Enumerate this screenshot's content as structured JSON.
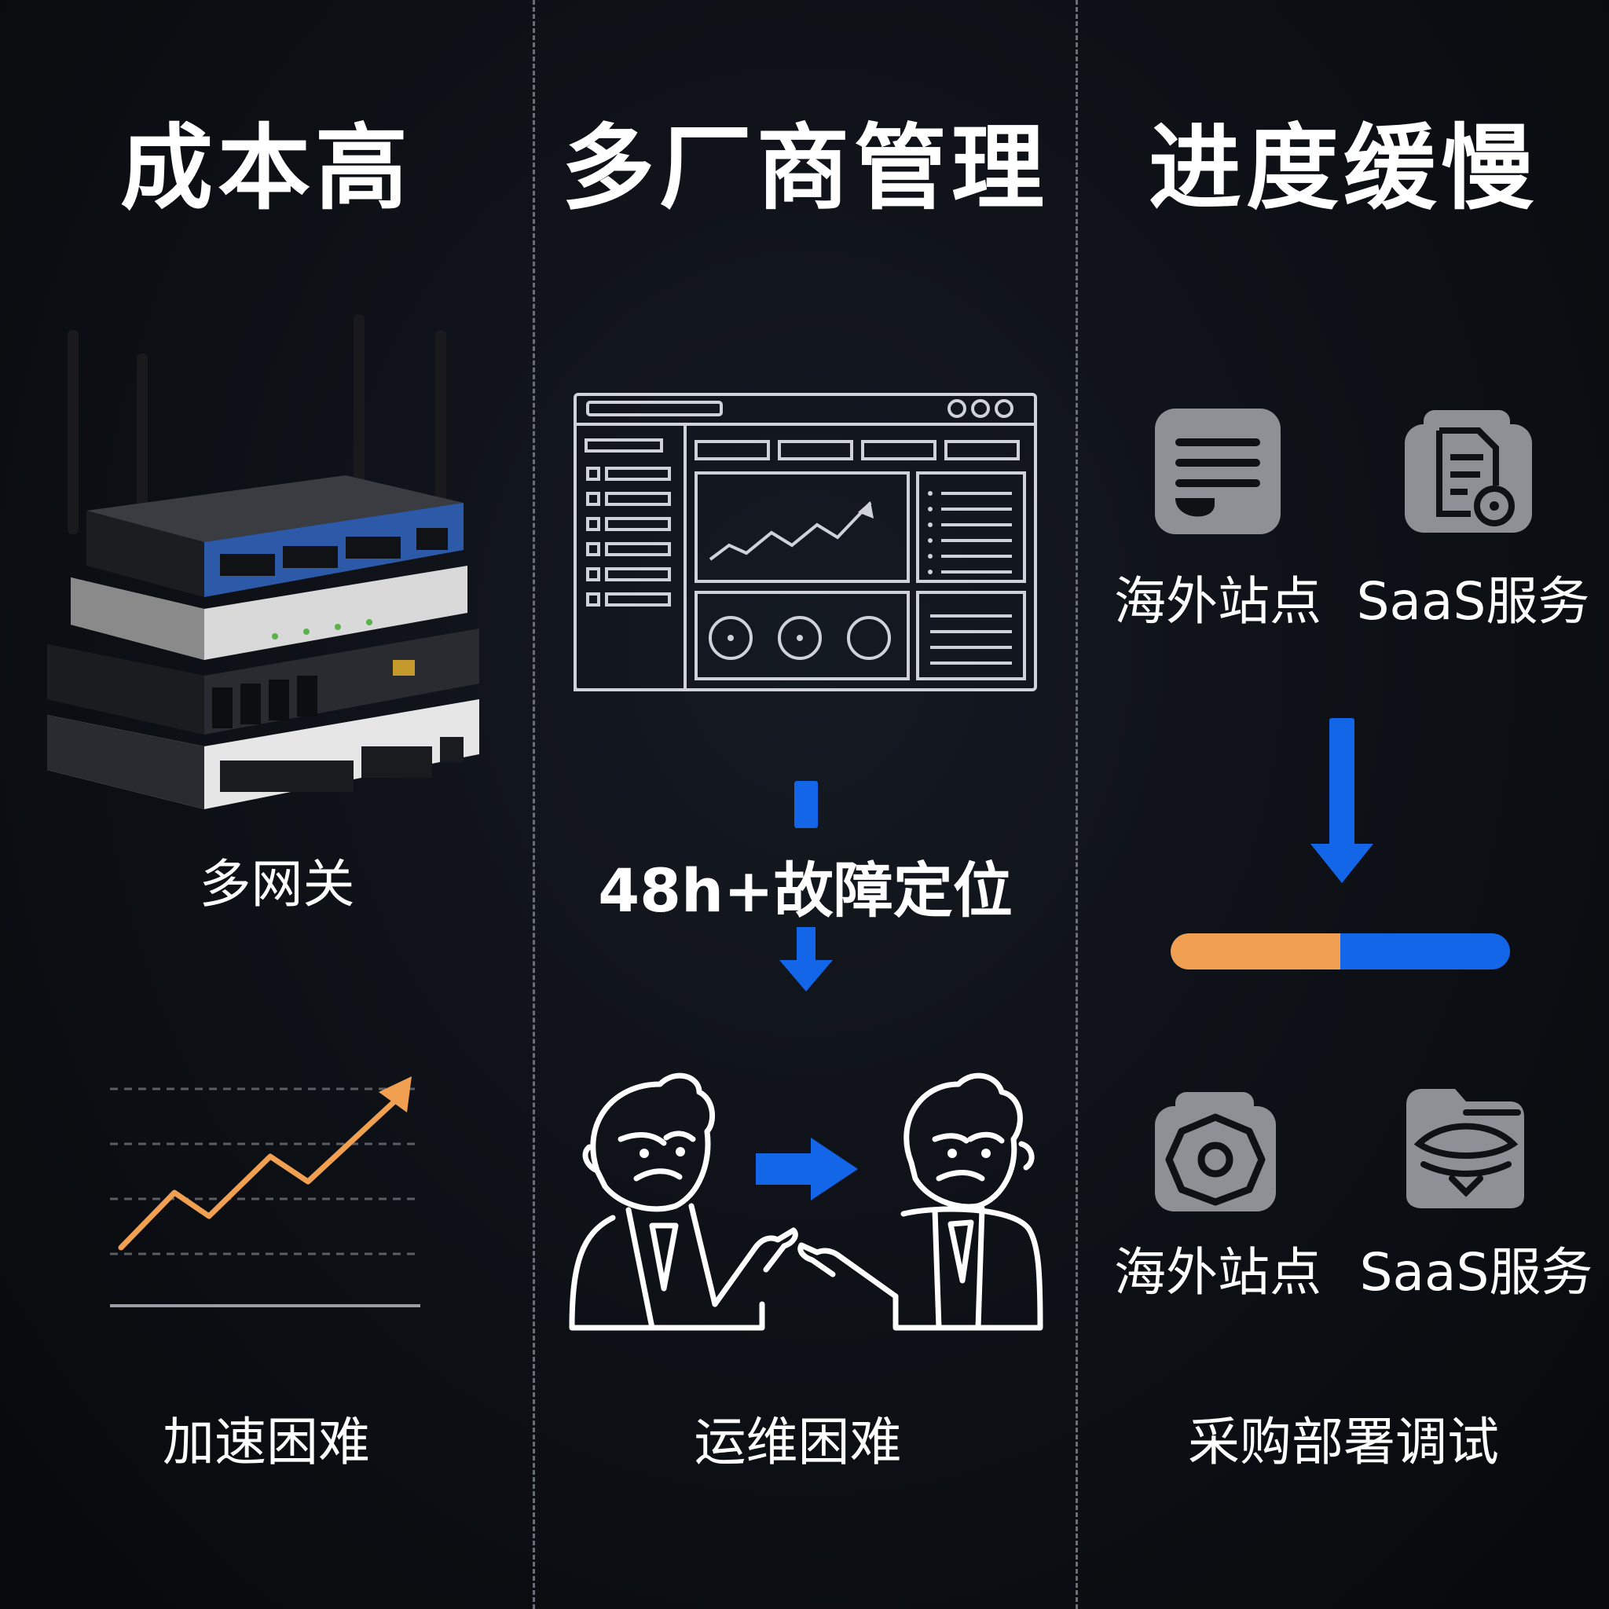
{
  "columns": [
    {
      "heading": "成本高",
      "mid_label": "多网关",
      "bottom_label": "加速困难"
    },
    {
      "heading": "多厂商管理",
      "mid_label": "48h+故障定位",
      "bottom_label": "运维困难"
    },
    {
      "heading": "进度缓慢",
      "top_items": [
        "海外站点",
        "SaaS服务"
      ],
      "bottom_items": [
        "海外站点",
        "SaaS服务"
      ],
      "bottom_label": "采购部署调试",
      "progress": 0.5
    }
  ],
  "colors": {
    "accent_blue": "#1466e8",
    "accent_orange": "#f0a050",
    "icon_gray": "#8e9096",
    "line_white": "#d8dbe0"
  }
}
